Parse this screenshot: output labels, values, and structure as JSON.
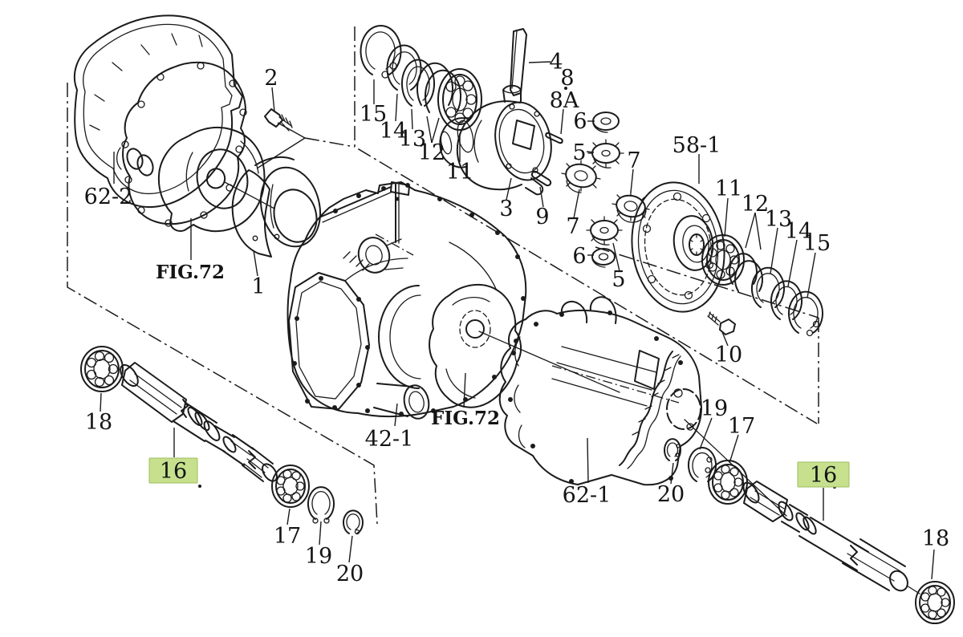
{
  "diagram": {
    "type": "exploded-parts-diagram",
    "subject": "transaxle and differential assembly line drawing with numbered callouts",
    "background": "#ffffff"
  },
  "colors": {
    "line": "#1b1b1b",
    "text": "#141414",
    "highlight_fill": "#c6e08e",
    "highlight_stroke": "#9fbe5f"
  },
  "labels": [
    {
      "text": "2",
      "highlighted": false
    },
    {
      "text": "62-2",
      "highlighted": false
    },
    {
      "text": "FIG.72",
      "highlighted": false
    },
    {
      "text": "1",
      "highlighted": false
    },
    {
      "text": "15",
      "highlighted": false
    },
    {
      "text": "14",
      "highlighted": false
    },
    {
      "text": "13",
      "highlighted": false
    },
    {
      "text": "12",
      "highlighted": false
    },
    {
      "text": "11",
      "highlighted": false
    },
    {
      "text": "3",
      "highlighted": false
    },
    {
      "text": "9",
      "highlighted": false
    },
    {
      "text": "4",
      "highlighted": false
    },
    {
      "text": "8",
      "highlighted": false
    },
    {
      "text": "8A",
      "highlighted": false
    },
    {
      "text": "6",
      "highlighted": false
    },
    {
      "text": "5",
      "highlighted": false
    },
    {
      "text": "7",
      "highlighted": false
    },
    {
      "text": "7",
      "highlighted": false
    },
    {
      "text": "6",
      "highlighted": false
    },
    {
      "text": "5",
      "highlighted": false
    },
    {
      "text": "58-1",
      "highlighted": false
    },
    {
      "text": "11",
      "highlighted": false
    },
    {
      "text": "12",
      "highlighted": false
    },
    {
      "text": "13",
      "highlighted": false
    },
    {
      "text": "14",
      "highlighted": false
    },
    {
      "text": "15",
      "highlighted": false
    },
    {
      "text": "10",
      "highlighted": false
    },
    {
      "text": "42-1",
      "highlighted": false
    },
    {
      "text": "FIG.72",
      "highlighted": false
    },
    {
      "text": "62-1",
      "highlighted": false
    },
    {
      "text": "20",
      "highlighted": false
    },
    {
      "text": "19",
      "highlighted": false
    },
    {
      "text": "17",
      "highlighted": false
    },
    {
      "text": "18",
      "highlighted": false
    },
    {
      "text": "16",
      "highlighted": true
    },
    {
      "text": "17",
      "highlighted": false
    },
    {
      "text": "19",
      "highlighted": false
    },
    {
      "text": "20",
      "highlighted": false
    },
    {
      "text": "16",
      "highlighted": true
    },
    {
      "text": "18",
      "highlighted": false
    }
  ]
}
